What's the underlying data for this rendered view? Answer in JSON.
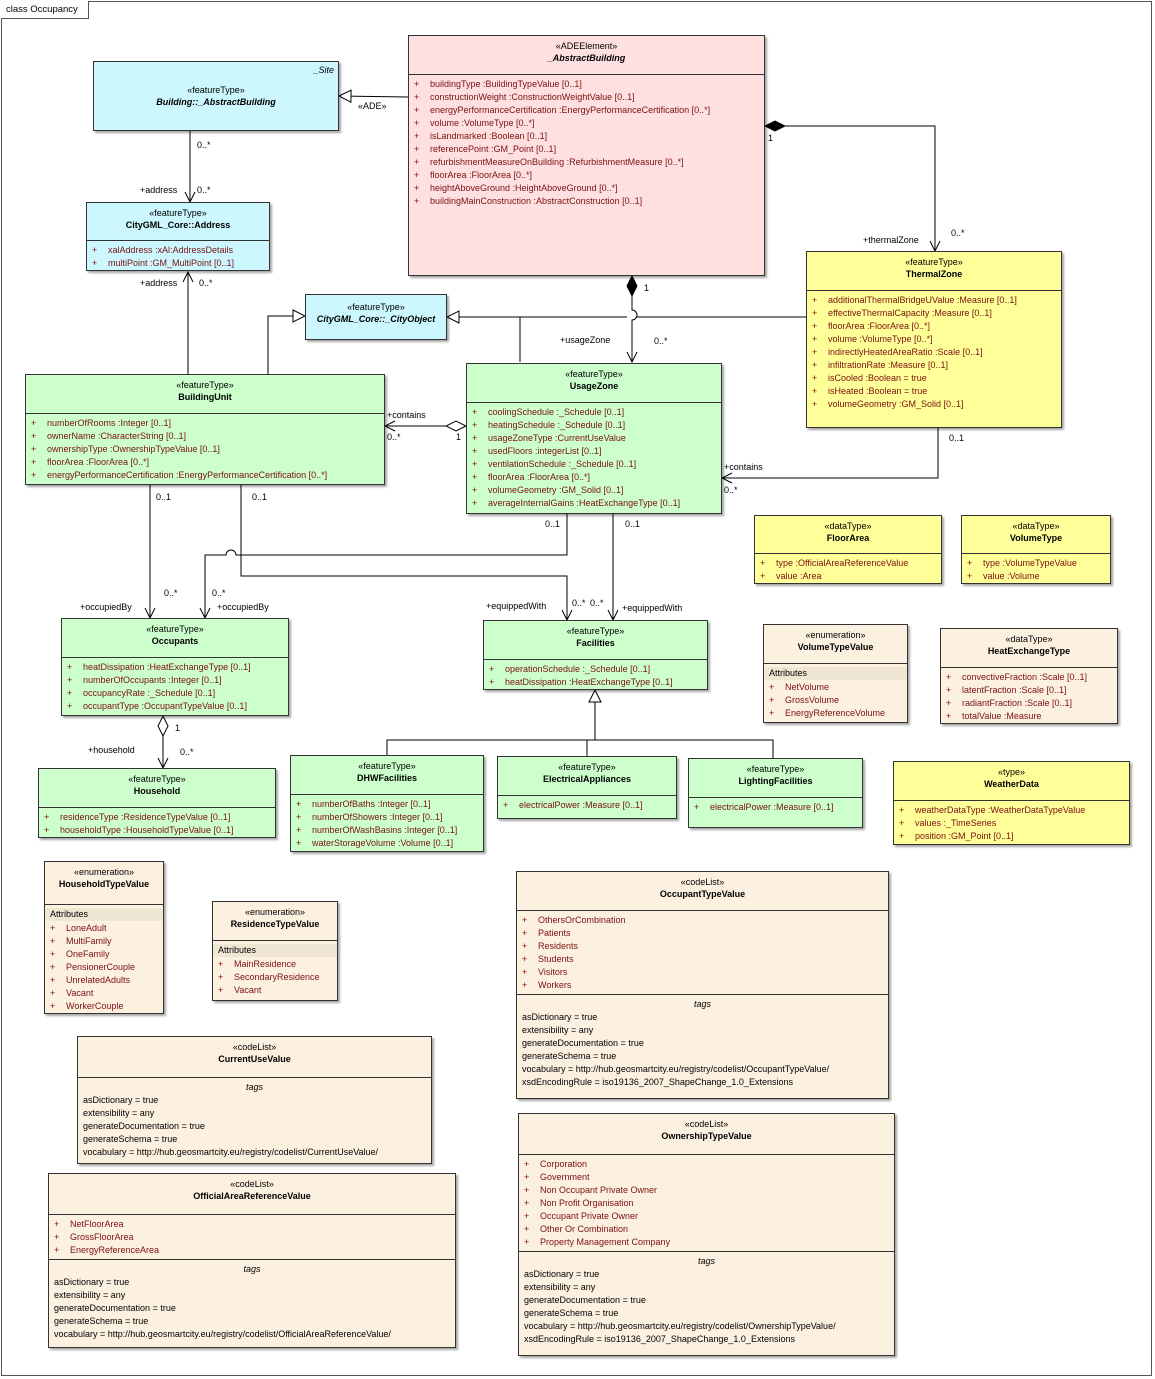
{
  "diagram_title": "class Occupancy",
  "classes": {
    "abstract_building_site": {
      "site": "_Site",
      "stereotype": "«featureType»",
      "name": "Building::_AbstractBuilding"
    },
    "adeelement": {
      "stereotype": "«ADEElement»",
      "name": "_AbstractBuilding",
      "attributes": [
        "buildingType  :BuildingTypeValue [0..1]",
        "constructionWeight  :ConstructionWeightValue [0..1]",
        "energyPerformanceCertification  :EnergyPerformanceCertification [0..*]",
        "volume  :VolumeType [0..*]",
        "isLandmarked  :Boolean [0..1]",
        "referencePoint  :GM_Point [0..1]",
        "refurbishmentMeasureOnBuilding  :RefurbishmentMeasure [0..*]",
        "floorArea  :FloorArea [0..*]",
        "heightAboveGround  :HeightAboveGround [0..*]",
        "buildingMainConstruction  :AbstractConstruction [0..1]"
      ]
    },
    "address": {
      "stereotype": "«featureType»",
      "name": "CityGML_Core::Address",
      "attributes": [
        "xalAddress  :xAl:AddressDetails",
        "multiPoint  :GM_MultiPoint [0..1]"
      ]
    },
    "cityobject": {
      "stereotype": "«featureType»",
      "name": "CityGML_Core::_CityObject"
    },
    "thermalzone": {
      "stereotype": "«featureType»",
      "name": "ThermalZone",
      "attributes": [
        "additionalThermalBridgeUValue  :Measure [0..1]",
        "effectiveThermalCapacity  :Measure [0..1]",
        "floorArea  :FloorArea [0..*]",
        "volume  :VolumeType [0..*]",
        "indirectlyHeatedAreaRatio  :Scale [0..1]",
        "infiltrationRate  :Measure [0..1]",
        "isCooled  :Boolean = true",
        "isHeated  :Boolean = true",
        "volumeGeometry  :GM_Solid [0..1]"
      ]
    },
    "buildingunit": {
      "stereotype": "«featureType»",
      "name": "BuildingUnit",
      "attributes": [
        "numberOfRooms  :Integer [0..1]",
        "ownerName  :CharacterString [0..1]",
        "ownershipType  :OwnershipTypeValue [0..1]",
        "floorArea  :FloorArea [0..*]",
        "energyPerformanceCertification  :EnergyPerformanceCertification [0..*]"
      ]
    },
    "usagezone": {
      "stereotype": "«featureType»",
      "name": "UsageZone",
      "attributes": [
        "coolingSchedule  :_Schedule [0..1]",
        "heatingSchedule  :_Schedule [0..1]",
        "usageZoneType  :CurrentUseValue",
        "usedFloors  :integerList [0..1]",
        "ventilationSchedule  :_Schedule [0..1]",
        "floorArea  :FloorArea [0..*]",
        "volumeGeometry  :GM_Solid [0..1]",
        "averageInternalGains  :HeatExchangeType [0..1]"
      ]
    },
    "floorarea": {
      "stereotype": "«dataType»",
      "name": "FloorArea",
      "attributes": [
        "type  :OfficialAreaReferenceValue",
        "value  :Area"
      ]
    },
    "volumetype": {
      "stereotype": "«dataType»",
      "name": "VolumeType",
      "attributes": [
        "type  :VolumeTypeValue",
        "value  :Volume"
      ]
    },
    "occupants": {
      "stereotype": "«featureType»",
      "name": "Occupants",
      "attributes": [
        "heatDissipation  :HeatExchangeType [0..1]",
        "numberOfOccupants  :Integer [0..1]",
        "occupancyRate  :_Schedule [0..1]",
        "occupantType  :OccupantTypeValue [0..1]"
      ]
    },
    "facilities": {
      "stereotype": "«featureType»",
      "name": "Facilities",
      "attributes": [
        "operationSchedule  :_Schedule [0..1]",
        "heatDissipation  :HeatExchangeType [0..1]"
      ]
    },
    "volumetypevalue": {
      "stereotype": "«enumeration»",
      "name": "VolumeTypeValue",
      "section": "Attributes",
      "attributes": [
        "NetVolume",
        "GrossVolume",
        "EnergyReferenceVolume"
      ]
    },
    "heatexchangetype": {
      "stereotype": "«dataType»",
      "name": "HeatExchangeType",
      "attributes": [
        "convectiveFraction  :Scale [0..1]",
        "latentFraction  :Scale [0..1]",
        "radiantFraction  :Scale [0..1]",
        "totalValue  :Measure"
      ]
    },
    "household": {
      "stereotype": "«featureType»",
      "name": "Household",
      "attributes": [
        "residenceType  :ResidenceTypeValue [0..1]",
        "householdType  :HouseholdTypeValue [0..1]"
      ]
    },
    "dhw": {
      "stereotype": "«featureType»",
      "name": "DHWFacilities",
      "attributes": [
        "numberOfBaths  :Integer [0..1]",
        "numberOfShowers  :Integer [0..1]",
        "numberOfWashBasins  :Integer [0..1]",
        "waterStorageVolume  :Volume [0..1]"
      ]
    },
    "electrical": {
      "stereotype": "«featureType»",
      "name": "ElectricalAppliances",
      "attributes": [
        "electricalPower  :Measure [0..1]"
      ]
    },
    "lighting": {
      "stereotype": "«featureType»",
      "name": "LightingFacilities",
      "attributes": [
        "electricalPower  :Measure [0..1]"
      ]
    },
    "weatherdata": {
      "stereotype": "«type»",
      "name": "WeatherData",
      "attributes": [
        "weatherDataType  :WeatherDataTypeValue",
        "values  :_TimeSeries",
        "position  :GM_Point [0..1]"
      ]
    },
    "householdtypevalue": {
      "stereotype": "«enumeration»",
      "name": "HouseholdTypeValue",
      "section": "Attributes",
      "attributes": [
        "LoneAdult",
        "MultiFamily",
        "OneFamily",
        "PensionerCouple",
        "UnrelatedAdults",
        "Vacant",
        "WorkerCouple"
      ]
    },
    "residencetypevalue": {
      "stereotype": "«enumeration»",
      "name": "ResidenceTypeValue",
      "section": "Attributes",
      "attributes": [
        "MainResidence",
        "SecondaryResidence",
        "Vacant"
      ]
    },
    "occupanttypevalue": {
      "stereotype": "«codeList»",
      "name": "OccupantTypeValue",
      "attributes": [
        "OthersOrCombination",
        "Patients",
        "Residents",
        "Students",
        "Visitors",
        "Workers"
      ],
      "tags_title": "tags",
      "tags": [
        "asDictionary = true",
        "extensibility = any",
        "generateDocumentation = true",
        "generateSchema = true",
        "vocabulary = http://hub.geosmartcity.eu/registry/codelist/OccupantTypeValue/",
        "xsdEncodingRule = iso19136_2007_ShapeChange_1.0_Extensions"
      ]
    },
    "currentusevalue": {
      "stereotype": "«codeList»",
      "name": "CurrentUseValue",
      "tags_title": "tags",
      "tags": [
        "asDictionary = true",
        "extensibility = any",
        "generateDocumentation = true",
        "generateSchema = true",
        "vocabulary = http://hub.geosmartcity.eu/registry/codelist/CurrentUseValue/"
      ]
    },
    "ownershiptypevalue": {
      "stereotype": "«codeList»",
      "name": "OwnershipTypeValue",
      "attributes": [
        "Corporation",
        "Government",
        "Non Occupant Private Owner",
        "Non Profit Organisation",
        "Occupant Private Owner",
        "Other Or Combination",
        "Property Management Company"
      ],
      "tags_title": "tags",
      "tags": [
        "asDictionary = true",
        "extensibility = any",
        "generateDocumentation = true",
        "generateSchema = true",
        "vocabulary = http://hub.geosmartcity.eu/registry/codelist/OwnershipTypeValue/",
        "xsdEncodingRule = iso19136_2007_ShapeChange_1.0_Extensions"
      ]
    },
    "officialarea": {
      "stereotype": "«codeList»",
      "name": "OfficialAreaReferenceValue",
      "attributes": [
        "NetFloorArea",
        "GrossFloorArea",
        "EnergyReferenceArea"
      ],
      "tags_title": "tags",
      "tags": [
        "asDictionary = true",
        "extensibility = any",
        "generateDocumentation = true",
        "generateSchema = true",
        "vocabulary = http://hub.geosmartcity.eu/registry/codelist/OfficialAreaReferenceValue/"
      ]
    }
  },
  "connector_labels": {
    "ade": "«ADE»",
    "addr1_mult_a": "0..*",
    "addr1_role": "+address",
    "addr1_mult_b": "0..*",
    "addr2_role": "+address",
    "addr2_mult": "0..*",
    "ab_comp_mult": "1",
    "thermal_role": "+thermalZone",
    "thermal_mult": "0..*",
    "ab_uz_mult": "1",
    "uz_role": "+usageZone",
    "uz_mult": "0..*",
    "bu_contains_role": "+contains",
    "bu_contains_mult": "0..*",
    "uz_agg_mult": "1",
    "tz_mult": "0..1",
    "tz_contains_role": "+contains",
    "tz_contains_mult": "0..*",
    "bu_occ_mult": "0..1",
    "bu_fac_mult": "0..1",
    "uz_occ_mult": "0..1",
    "uz_fac_mult": "0..1",
    "occ_role1": "+occupiedBy",
    "occ_mult1": "0..*",
    "occ_mult2": "0..*",
    "occ_role2": "+occupiedBy",
    "fac_role1": "+equippedWith",
    "fac_mult1": "0..*",
    "fac_mult2": "0..*",
    "fac_role2": "+equippedWith",
    "hh_agg_mult": "1",
    "hh_role": "+household",
    "hh_mult": "0..*"
  }
}
